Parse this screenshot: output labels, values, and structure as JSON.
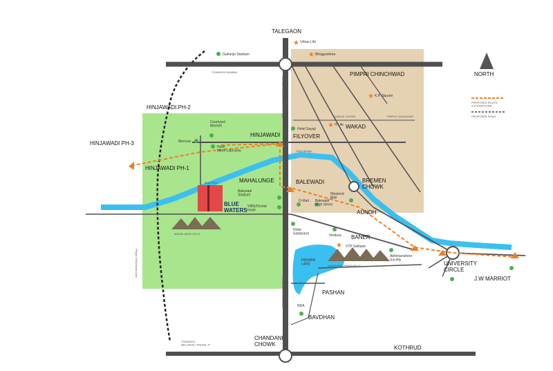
{
  "map": {
    "regions": {
      "talegaon": "TALEGAON",
      "hinjawadi_ph2": "HINJAWADI PH-2",
      "hinjawadi_ph3": "HINJAWADI PH-3",
      "hinjawadi_ph1": "HINJAWADI PH-1",
      "hinjawadi": "HINJAWADI",
      "pimpri_chinchwad": "PIMPRI CHINCHWAD",
      "wakad": "WAKAD",
      "filyover": "FILYOVER",
      "mahalunge": "MAHALUNGE",
      "balewadi": "BALEWADI",
      "bremen_chowk": "BREMEN\nCHOWK",
      "aundh": "AUNDH",
      "baner": "BANER",
      "pashan": "PASHAN",
      "bavdhan": "BAVDHAN",
      "chandani_chowk": "CHANDANI\nCHOWK",
      "kothrud": "KOTHRUD",
      "university_circle": "UNIVERSITY\nCIRCLE",
      "jw_marriot": "J.W MARRIOT"
    },
    "project": {
      "name": "BLUE\nWATERS"
    },
    "roads": {
      "towards_mumbai": "TOWARDS MUMBAI",
      "towards_belgaon": "TOWARDS\nBELGAON / PRUNE JT",
      "highway_vertical_top": "MUMBAI-BANGALORE HIGHWAY",
      "highway_vertical_bottom": "TOWARDS BANGALORE",
      "dange_chowk": "DANGE CHOWK",
      "pimple_saudagar": "PIMPLE SAUDAGAR",
      "hula_bridge": "HULA Bridge",
      "river_label": "Mula River",
      "ring_road_label": "Proposed ring road"
    },
    "landmarks": {
      "urban_life": "Urban Life",
      "bhagyashree": "Bhagyashree",
      "kp_square": "K.P. Square",
      "hotel_sayaji": "Hotel Sayaji",
      "h_life": "H Life",
      "gahunje_stadium": "Gahunje Stadium",
      "courtyard_marriott": "Courtyard\nMarriott",
      "mercure": "Mercure",
      "hotel_mint": "Hotel\nMinth Lakeview",
      "balewadi_stadium": "Balewadi\nStadium",
      "vibs_orchid": "VIBS/Orchid\nHotel",
      "d_mart": "D-Mart",
      "balewadi_high_street": "Balewadi\nHigh Street",
      "westend_mall": "Westend\nMall",
      "hotel_sadanand": "Hotel\nSadanand",
      "verdura": "Verdura",
      "vtp_solitaire": "VTP Solitaire",
      "abhimanshree_society": "Abhimanshree\nSociety",
      "nda": "NDA",
      "pashan_lake": "PASHAN\nLAKE",
      "hills_center": "BANER BALEWADI HILLS",
      "hills_left": "MAHALUNGE HILLS",
      "vertical_left_text": "Pimpri Chinchwad road"
    },
    "legend": {
      "north": "NORTH",
      "proposed_road": "PROPOSED ROUTE\n& EXTENTIONS",
      "proposed_ring": "PROPOSED ROAD"
    },
    "colors": {
      "green_zone": "#a9e58c",
      "beige_zone": "#e5d2b3",
      "river": "#3ac0f0",
      "road": "#4f4f4f",
      "route": "#ef7d22",
      "landmark": "#4caf50",
      "star": "#ef7d22",
      "project": "#e24848",
      "hill": "#7a6c55",
      "project_text": "#1c2f6b"
    }
  }
}
